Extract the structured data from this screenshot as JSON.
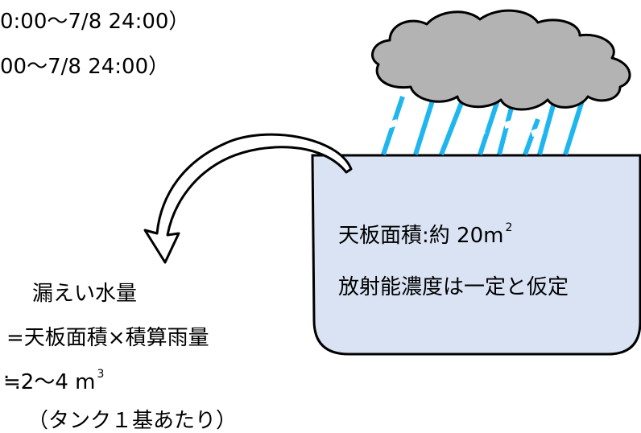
{
  "header": {
    "line1": "0:00～7/8 24:00）",
    "line2": "00～7/8 24:00）"
  },
  "tank": {
    "area_label": "天板面積:約  20m",
    "area_exp": "2",
    "assumption": "放射能濃度は一定と仮定"
  },
  "leak": {
    "title": "漏えい水量",
    "formula": "=天板面積×積算雨量",
    "value": "≒2～4 m",
    "value_exp": "3",
    "note": "（タンク１基あたり）"
  },
  "colors": {
    "cloud_fill": "#b3b3b3",
    "rain": "#1fb6ef",
    "tank_fill": "#d9e3f3",
    "stroke": "#000000"
  }
}
